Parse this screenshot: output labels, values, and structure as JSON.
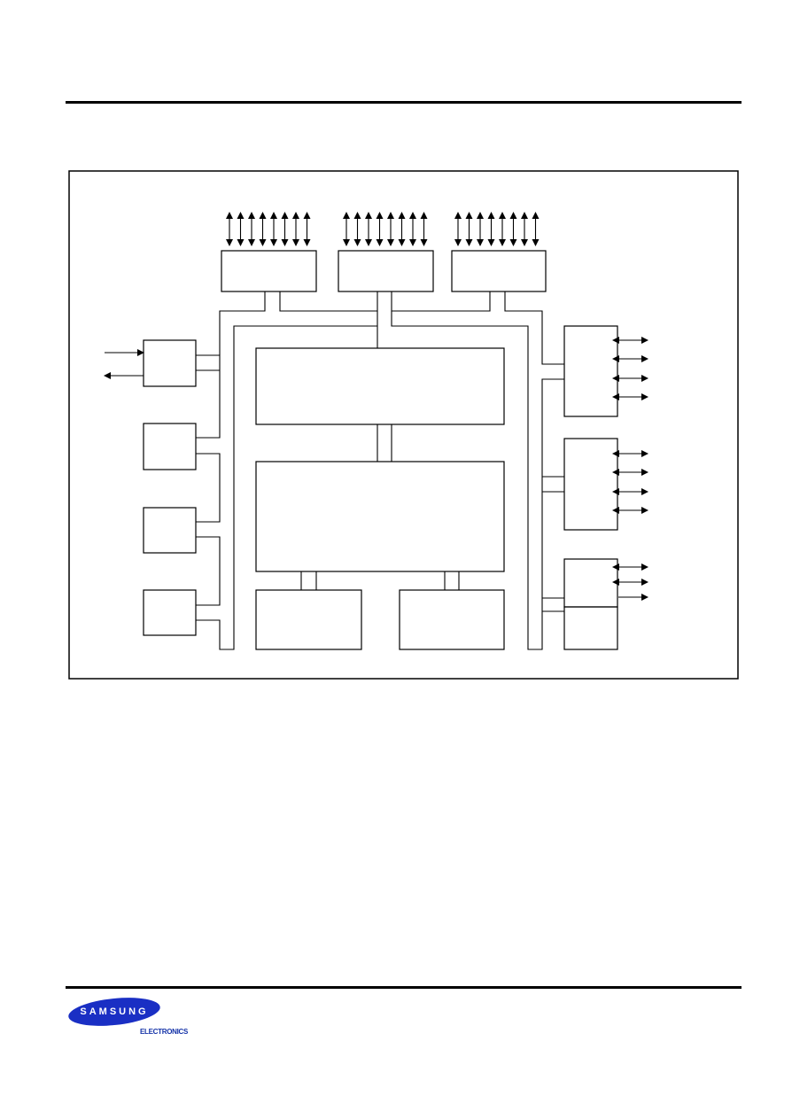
{
  "logo": {
    "brand": "SAMSUNG",
    "subtitle": "ELECTRONICS",
    "brand_color": "#1a2fc4"
  },
  "diagram": {
    "line_color": "#000000",
    "port_groups": [
      {
        "name": "port-block-1",
        "pins": 8,
        "direction": "bidirectional"
      },
      {
        "name": "port-block-2",
        "pins": 8,
        "direction": "bidirectional"
      },
      {
        "name": "port-block-3",
        "pins": 8,
        "direction": "bidirectional"
      }
    ],
    "right_blocks": [
      {
        "name": "right-block-1",
        "io": [
          "bidirectional",
          "bidirectional",
          "bidirectional",
          "bidirectional"
        ]
      },
      {
        "name": "right-block-2",
        "io": [
          "bidirectional",
          "bidirectional",
          "bidirectional",
          "bidirectional"
        ]
      },
      {
        "name": "right-block-3",
        "io": [
          "bidirectional",
          "bidirectional",
          "output"
        ]
      }
    ],
    "left_blocks": [
      {
        "name": "left-block-1",
        "io": [
          "input",
          "output"
        ]
      },
      {
        "name": "left-block-2",
        "io": []
      },
      {
        "name": "left-block-3",
        "io": []
      },
      {
        "name": "left-block-4",
        "io": []
      }
    ]
  }
}
